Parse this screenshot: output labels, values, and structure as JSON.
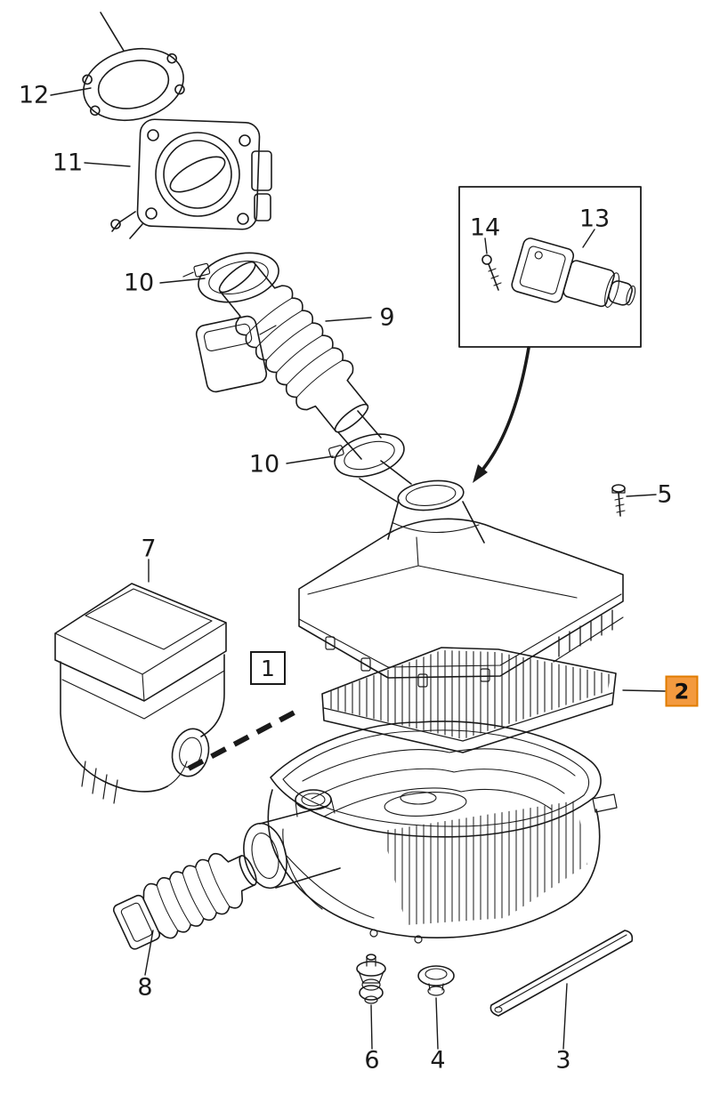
{
  "figure": {
    "kind": "exploded-parts-diagram",
    "subject": "air-cleaner-assembly",
    "background_color": "#ffffff",
    "line_color": "#1a1a1a",
    "highlight_color": "#f39a3f",
    "highlight_border_color": "#e07c00"
  },
  "callouts": [
    {
      "label": "12",
      "part": "gasket"
    },
    {
      "label": "11",
      "part": "throttle-body"
    },
    {
      "label": "10",
      "part": "hose-clamp-upper"
    },
    {
      "label": "9",
      "part": "intake-hose"
    },
    {
      "label": "10",
      "part": "hose-clamp-lower"
    },
    {
      "label": "14",
      "part": "sensor-screw"
    },
    {
      "label": "13",
      "part": "mass-air-flow-sensor"
    },
    {
      "label": "5",
      "part": "cover-screw"
    },
    {
      "label": "7",
      "part": "intake-duct"
    },
    {
      "label": "1",
      "part": "air-cleaner-housing",
      "style": "boxed"
    },
    {
      "label": "2",
      "part": "air-filter-element",
      "style": "boxed-highlight"
    },
    {
      "label": "8",
      "part": "bellows-hose"
    },
    {
      "label": "6",
      "part": "rubber-mount"
    },
    {
      "label": "4",
      "part": "grommet"
    },
    {
      "label": "3",
      "part": "trim-strip"
    }
  ]
}
